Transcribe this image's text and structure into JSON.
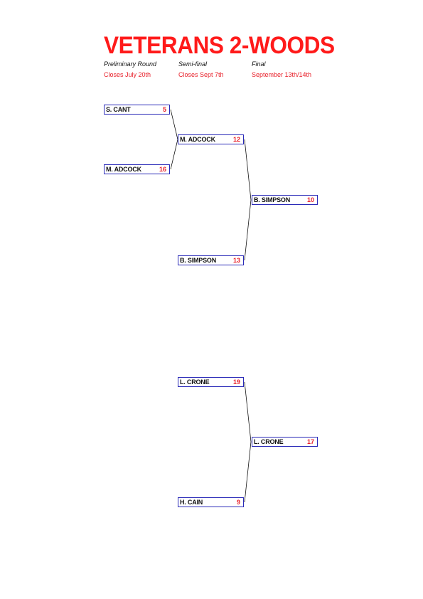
{
  "title": "VETERANS 2-WOODS",
  "rounds": [
    {
      "name": "Preliminary Round",
      "closes": "Closes July 20th"
    },
    {
      "name": "Semi-final",
      "closes": "Closes Sept 7th"
    },
    {
      "name": "Final",
      "closes": "September 13th/14th"
    }
  ],
  "matches": {
    "prelim": [
      {
        "name": "S. CANT",
        "score": "5"
      },
      {
        "name": "M. ADCOCK",
        "score": "16"
      }
    ],
    "semi_top": [
      {
        "name": "M. ADCOCK",
        "score": "12"
      },
      {
        "name": "B. SIMPSON",
        "score": "13"
      }
    ],
    "semi_bottom": [
      {
        "name": "L. CRONE",
        "score": "19"
      },
      {
        "name": "H. CAIN",
        "score": "9"
      }
    ],
    "final": [
      {
        "name": "B. SIMPSON",
        "score": "10"
      },
      {
        "name": "L. CRONE",
        "score": "17"
      }
    ]
  },
  "colors": {
    "title": "#ff1a1a",
    "score": "#e8202a",
    "box_border": "#2a2ab8"
  }
}
